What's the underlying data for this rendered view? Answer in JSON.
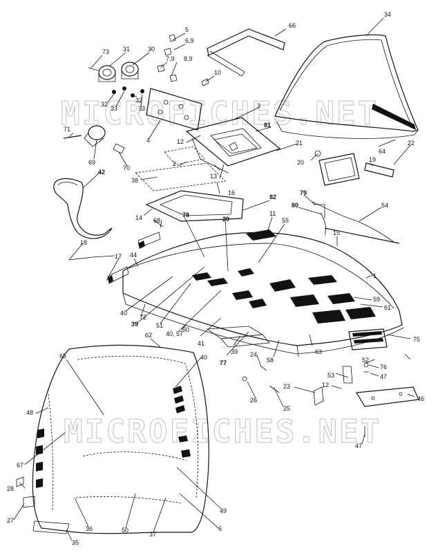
{
  "watermark": {
    "text": "MICROFICHES.NET"
  },
  "callouts": [
    {
      "id": "c5",
      "text": "5"
    },
    {
      "id": "c6_9",
      "text": "6,9"
    },
    {
      "id": "c66",
      "text": "66"
    },
    {
      "id": "c34",
      "text": "34"
    },
    {
      "id": "c73",
      "text": "73"
    },
    {
      "id": "c31",
      "text": "31"
    },
    {
      "id": "c30",
      "text": "30"
    },
    {
      "id": "c7_9",
      "text": "7,9"
    },
    {
      "id": "c8_9",
      "text": "8,9"
    },
    {
      "id": "c10",
      "text": "10"
    },
    {
      "id": "c32a",
      "text": "32"
    },
    {
      "id": "c33a",
      "text": "33"
    },
    {
      "id": "c32b",
      "text": "32"
    },
    {
      "id": "c33b",
      "text": "33"
    },
    {
      "id": "c4",
      "text": "4"
    },
    {
      "id": "c3",
      "text": "3"
    },
    {
      "id": "c81",
      "text": "81"
    },
    {
      "id": "c71",
      "text": "71"
    },
    {
      "id": "c69",
      "text": "69"
    },
    {
      "id": "c70",
      "text": "70"
    },
    {
      "id": "c12a",
      "text": "12"
    },
    {
      "id": "c21",
      "text": "21"
    },
    {
      "id": "c64",
      "text": "64"
    },
    {
      "id": "c22",
      "text": "22"
    },
    {
      "id": "c20",
      "text": "20"
    },
    {
      "id": "c19",
      "text": "19"
    },
    {
      "id": "c2",
      "text": "2"
    },
    {
      "id": "c13",
      "text": "13"
    },
    {
      "id": "c42",
      "text": "42"
    },
    {
      "id": "c38",
      "text": "38"
    },
    {
      "id": "c16",
      "text": "16"
    },
    {
      "id": "c79",
      "text": "79"
    },
    {
      "id": "c82",
      "text": "82"
    },
    {
      "id": "c80",
      "text": "80"
    },
    {
      "id": "c54",
      "text": "54"
    },
    {
      "id": "c14",
      "text": "14"
    },
    {
      "id": "c68",
      "text": "68"
    },
    {
      "id": "c78",
      "text": "78"
    },
    {
      "id": "c29",
      "text": "29"
    },
    {
      "id": "c11",
      "text": "11"
    },
    {
      "id": "c55",
      "text": "55"
    },
    {
      "id": "c15",
      "text": "15"
    },
    {
      "id": "c18",
      "text": "18"
    },
    {
      "id": "c44",
      "text": "44"
    },
    {
      "id": "c17",
      "text": "17"
    },
    {
      "id": "c1",
      "text": "1"
    },
    {
      "id": "c40a",
      "text": "40"
    },
    {
      "id": "c72",
      "text": "72"
    },
    {
      "id": "c59",
      "text": "59"
    },
    {
      "id": "c61",
      "text": "61"
    },
    {
      "id": "c39a",
      "text": "39"
    },
    {
      "id": "c51",
      "text": "51"
    },
    {
      "id": "c60",
      "text": "60"
    },
    {
      "id": "c40_57",
      "text": "40, 57"
    },
    {
      "id": "c41",
      "text": "41"
    },
    {
      "id": "c75",
      "text": "75"
    },
    {
      "id": "c62",
      "text": "62"
    },
    {
      "id": "c39b",
      "text": "39"
    },
    {
      "id": "c63",
      "text": "63"
    },
    {
      "id": "c65",
      "text": "65"
    },
    {
      "id": "c40b",
      "text": "40"
    },
    {
      "id": "c77",
      "text": "77"
    },
    {
      "id": "c24",
      "text": "24"
    },
    {
      "id": "c58",
      "text": "58"
    },
    {
      "id": "c52",
      "text": "52"
    },
    {
      "id": "c76",
      "text": "76"
    },
    {
      "id": "c53",
      "text": "53"
    },
    {
      "id": "c47a",
      "text": "47"
    },
    {
      "id": "c48",
      "text": "48"
    },
    {
      "id": "c26",
      "text": "26"
    },
    {
      "id": "c23",
      "text": "23"
    },
    {
      "id": "c12b",
      "text": "12"
    },
    {
      "id": "c46",
      "text": "46"
    },
    {
      "id": "c25",
      "text": "25"
    },
    {
      "id": "c47b",
      "text": "47"
    },
    {
      "id": "c67",
      "text": "67"
    },
    {
      "id": "c28",
      "text": "28"
    },
    {
      "id": "c49",
      "text": "49"
    },
    {
      "id": "c27",
      "text": "27"
    },
    {
      "id": "c35",
      "text": "35"
    },
    {
      "id": "c36",
      "text": "36"
    },
    {
      "id": "c50",
      "text": "50"
    },
    {
      "id": "c37",
      "text": "37"
    },
    {
      "id": "c6",
      "text": "6"
    }
  ]
}
